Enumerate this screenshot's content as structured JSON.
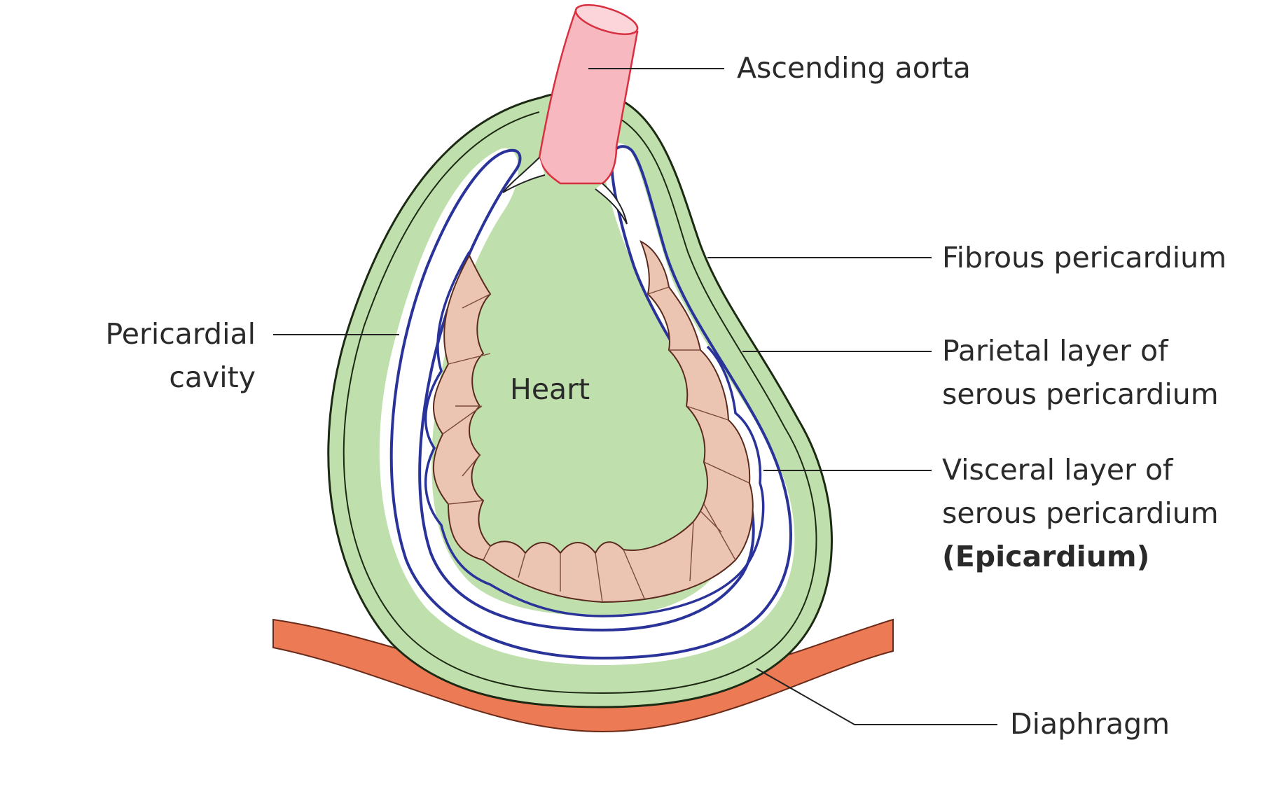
{
  "labels": {
    "ascending_aorta": "Ascending aorta",
    "fibrous_pericardium": "Fibrous pericardium",
    "parietal_layer": [
      "Parietal layer of",
      "serous pericardium"
    ],
    "visceral_layer": [
      "Visceral layer of",
      "serous pericardium",
      "(Epicardium)"
    ],
    "pericardial_cavity": [
      "Pericardial",
      "cavity"
    ],
    "heart": "Heart",
    "diaphragm": "Diaphragm"
  },
  "colors": {
    "fibrous": "#bfe0ad",
    "serous_line": "#2a3399",
    "myocardium": "#ecc4b2",
    "aorta": "#f7b8c0",
    "diaphragm": "#ec7a55",
    "leader": "#222222"
  }
}
